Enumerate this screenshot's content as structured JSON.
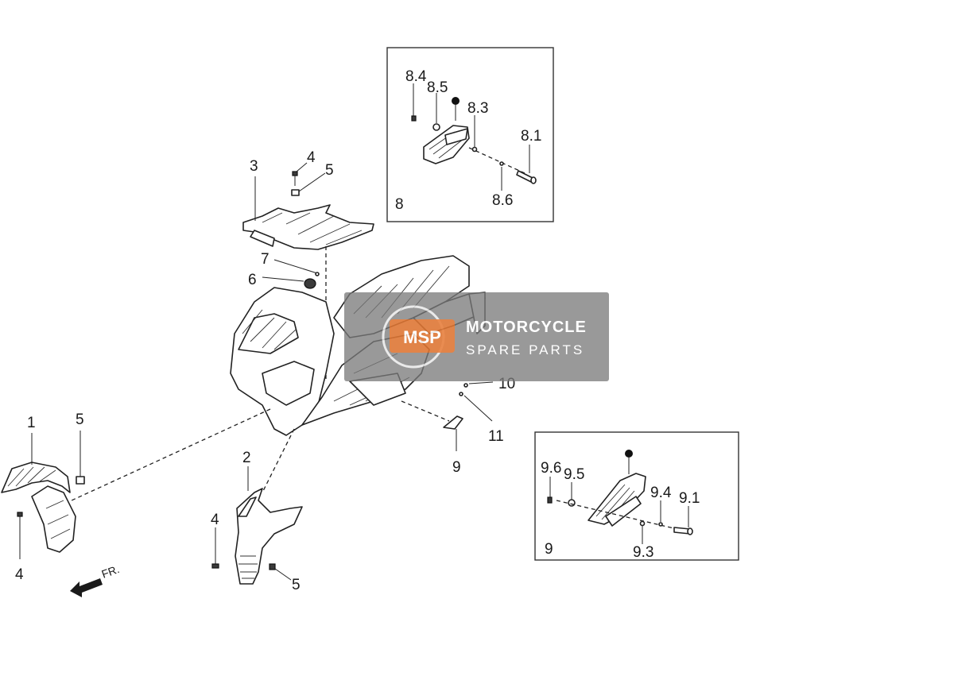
{
  "callouts": {
    "c1": "1",
    "c2": "2",
    "c3": "3",
    "c4_top": "4",
    "c4_left": "4",
    "c4_guard": "4",
    "c5_top": "5",
    "c5_left": "5",
    "c5_guard": "5",
    "c6": "6",
    "c7": "7",
    "c9": "9",
    "c10": "10",
    "c11": "11"
  },
  "detail_box_8": {
    "title": "8",
    "c8_1": "8.1",
    "c8_3": "8.3",
    "c8_4": "8.4",
    "c8_5": "8.5",
    "c8_6": "8.6"
  },
  "detail_box_9": {
    "title": "9",
    "c9_1": "9.1",
    "c9_3": "9.3",
    "c9_4": "9.4",
    "c9_5": "9.5",
    "c9_6": "9.6"
  },
  "direction": {
    "label": "FR."
  },
  "watermark": {
    "logo_text": "MSP",
    "line1": "MOTORCYCLE",
    "line2": "SPARE PARTS",
    "color": "#7a7a7a",
    "accent": "#e8762e"
  }
}
